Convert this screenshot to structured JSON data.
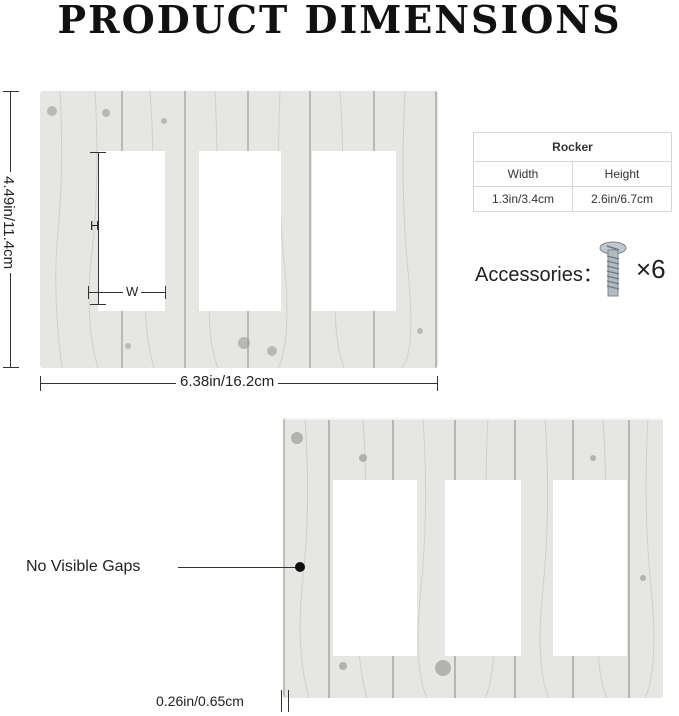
{
  "header": {
    "title": "PRODUCT DIMENSIONS"
  },
  "front_plate": {
    "width_label": "6.38in/16.2cm",
    "height_label": "4.49in/11.4cm",
    "opening_height_marker": "H",
    "opening_width_marker": "W"
  },
  "spec_table": {
    "title": "Rocker",
    "columns": [
      "Width",
      "Height"
    ],
    "values": [
      "1.3in/3.4cm",
      "2.6in/6.7cm"
    ]
  },
  "accessories": {
    "label": "Accessories：",
    "icon": "screw-icon",
    "count_label": "×6"
  },
  "angled_plate": {
    "gap_label": "No Visible Gaps",
    "thickness_label": "0.26in/0.65cm"
  },
  "colors": {
    "wood_base": "#e6e6e4",
    "wood_grain": "#a9a9a6",
    "opening": "#ffffff",
    "text": "#222222"
  }
}
